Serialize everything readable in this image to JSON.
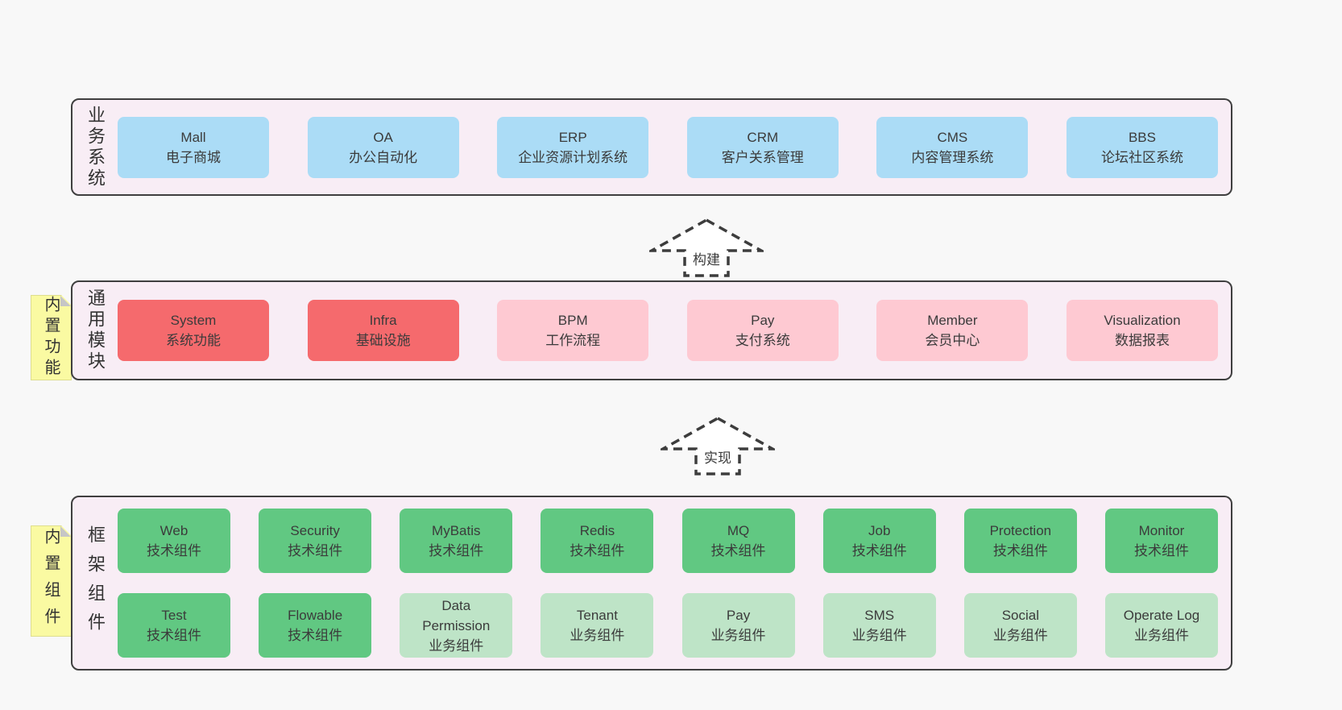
{
  "colors": {
    "page_background": "#f8f8f8",
    "panel_background": "#f8edf5",
    "panel_border": "#3f3f3f",
    "box_blue": "#abdcf6",
    "box_red": "#f56a6d",
    "box_pink": "#fec9d2",
    "box_green": "#61c882",
    "box_light_green": "#bee4c7",
    "sticky_yellow": "#fafaa2",
    "text": "#3b3b3b"
  },
  "arrows": [
    {
      "label": "构建"
    },
    {
      "label": "实现"
    }
  ],
  "bands": [
    {
      "label": "业务系统",
      "boxes": [
        {
          "name": "Mall",
          "desc": "电子商城"
        },
        {
          "name": "OA",
          "desc": "办公自动化"
        },
        {
          "name": "ERP",
          "desc": "企业资源计划系统"
        },
        {
          "name": "CRM",
          "desc": "客户关系管理"
        },
        {
          "name": "CMS",
          "desc": "内容管理系统"
        },
        {
          "name": "BBS",
          "desc": "论坛社区系统"
        }
      ]
    },
    {
      "label": "通用模块",
      "sticky": "内置功能",
      "boxes": [
        {
          "name": "System",
          "desc": "系统功能"
        },
        {
          "name": "Infra",
          "desc": "基础设施"
        },
        {
          "name": "BPM",
          "desc": "工作流程"
        },
        {
          "name": "Pay",
          "desc": "支付系统"
        },
        {
          "name": "Member",
          "desc": "会员中心"
        },
        {
          "name": "Visualization",
          "desc": "数据报表"
        }
      ]
    },
    {
      "label": "框架组件",
      "sticky": "内置组件",
      "rows": [
        [
          {
            "name": "Web",
            "desc": "技术组件"
          },
          {
            "name": "Security",
            "desc": "技术组件"
          },
          {
            "name": "MyBatis",
            "desc": "技术组件"
          },
          {
            "name": "Redis",
            "desc": "技术组件"
          },
          {
            "name": "MQ",
            "desc": "技术组件"
          },
          {
            "name": "Job",
            "desc": "技术组件"
          },
          {
            "name": "Protection",
            "desc": "技术组件"
          },
          {
            "name": "Monitor",
            "desc": "技术组件"
          }
        ],
        [
          {
            "name": "Test",
            "desc": "技术组件"
          },
          {
            "name": "Flowable",
            "desc": "技术组件"
          },
          {
            "name": "Data Permission",
            "desc": "业务组件"
          },
          {
            "name": "Tenant",
            "desc": "业务组件"
          },
          {
            "name": "Pay",
            "desc": "业务组件"
          },
          {
            "name": "SMS",
            "desc": "业务组件"
          },
          {
            "name": "Social",
            "desc": "业务组件"
          },
          {
            "name": "Operate Log",
            "desc": "业务组件"
          }
        ]
      ]
    }
  ]
}
